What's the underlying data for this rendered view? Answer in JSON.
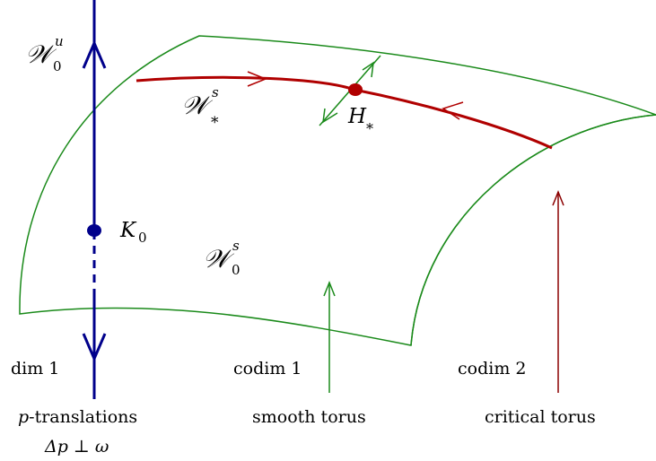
{
  "colors": {
    "surface": "#1a8a1a",
    "stable_curve": "#b00000",
    "vertical_axis": "#00008b",
    "critical_arrow": "#8b0000",
    "smooth_arrow": "#1a8a1a",
    "text": "#000000"
  },
  "labels": {
    "W0u_main": "𝒲",
    "W0u_sup": "u",
    "W0u_sub": "0",
    "Wstar_main": "𝒲",
    "Wstar_sup": "s",
    "Wstar_sub": "*",
    "W0s_main": "𝒲",
    "W0s_sup": "s",
    "W0s_sub": "0",
    "H_main": "H",
    "H_sub": "*",
    "K_main": "K",
    "K_sub": "0",
    "dim1": "dim 1",
    "codim1": "codim 1",
    "codim2": "codim 2",
    "p_translations_italic": "p",
    "p_translations_rest": "-translations",
    "delta_p_perp": "Δp ⊥ ω",
    "smooth_torus": "smooth torus",
    "critical_torus": "critical torus"
  }
}
